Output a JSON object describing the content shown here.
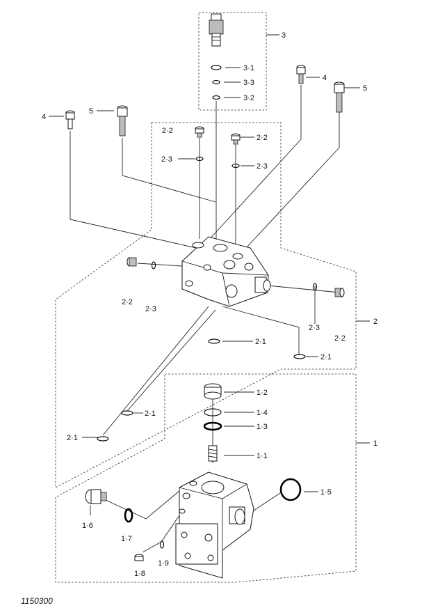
{
  "figure_number": "1150300",
  "callouts": {
    "assy_1": "1",
    "assy_2": "2",
    "assy_3": "3",
    "p_1_1": "1·1",
    "p_1_2": "1·2",
    "p_1_3": "1·3",
    "p_1_4": "1·4",
    "p_1_5": "1·5",
    "p_1_6": "1·6",
    "p_1_7": "1·7",
    "p_1_8": "1·8",
    "p_1_9": "1·9",
    "p_2_1a": "2·1",
    "p_2_1b": "2·1",
    "p_2_1c": "2·1",
    "p_2_1d": "2·1",
    "p_2_2a": "2·2",
    "p_2_2b": "2·2",
    "p_2_2c": "2·2",
    "p_2_2d": "2·2",
    "p_2_3a": "2·3",
    "p_2_3b": "2·3",
    "p_2_3c": "2·3",
    "p_2_3d": "2·3",
    "p_3_1": "3·1",
    "p_3_2": "3·2",
    "p_3_3": "3·3",
    "p_4a": "4",
    "p_4b": "4",
    "p_5a": "5",
    "p_5b": "5"
  }
}
